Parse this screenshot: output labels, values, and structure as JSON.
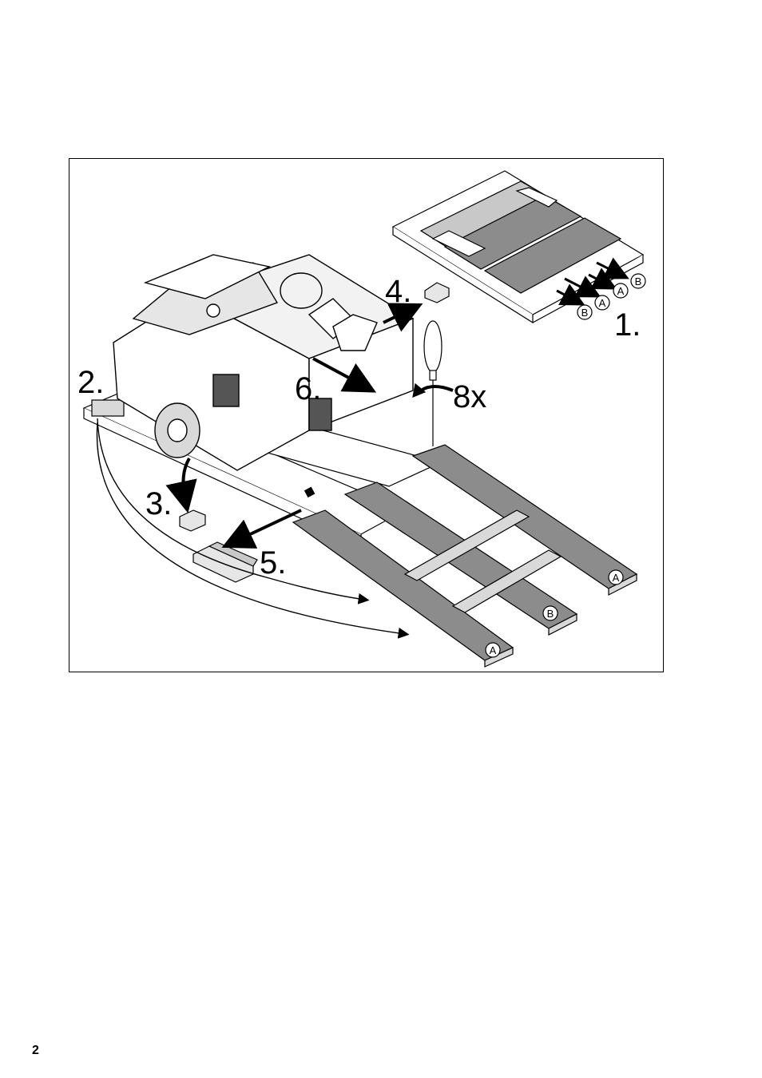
{
  "figure": {
    "step_labels": {
      "step1": "1.",
      "step2": "2.",
      "step3": "3.",
      "step4": "4.",
      "step5": "5.",
      "step6": "6.",
      "screw_count": "8x"
    },
    "ramp_labels": {
      "ramp_left": "A",
      "ramp_middle": "B",
      "ramp_right": "A"
    },
    "pallet_inset_labels": {
      "b1": "B",
      "a1": "A",
      "a2": "A",
      "b2": "B"
    }
  },
  "page_number": "2",
  "colors": {
    "line": "#000000",
    "board_gray": "#8c8c8c",
    "light_gray": "#d9d9d9",
    "background": "#ffffff"
  }
}
